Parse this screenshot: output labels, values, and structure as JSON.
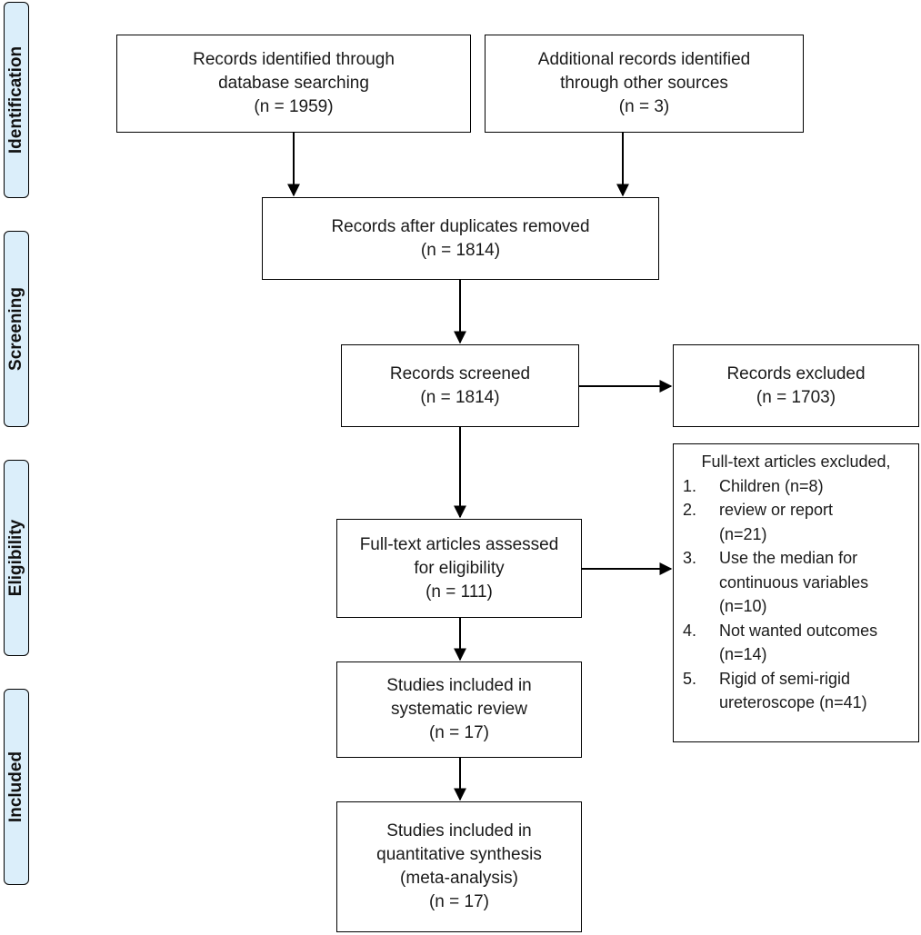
{
  "stages": {
    "identification": "Identification",
    "screening": "Screening",
    "eligibility": "Eligibility",
    "included": "Included"
  },
  "boxes": {
    "db_search": {
      "lines": [
        "Records identified through",
        "database searching",
        "(n = 1959)"
      ]
    },
    "other_sources": {
      "lines": [
        "Additional records identified",
        "through other sources",
        "(n = 3)"
      ]
    },
    "dedup": {
      "lines": [
        "Records after duplicates removed",
        "(n = 1814)"
      ]
    },
    "screened": {
      "lines": [
        "Records screened",
        "(n = 1814)"
      ]
    },
    "excluded": {
      "lines": [
        "Records excluded",
        "(n = 1703)"
      ]
    },
    "fulltext": {
      "lines": [
        "Full-text articles assessed",
        "for eligibility",
        "(n = 111)"
      ]
    },
    "systematic": {
      "lines": [
        "Studies included in",
        "systematic review",
        "(n = 17)"
      ]
    },
    "quantitative": {
      "lines": [
        "Studies included in",
        "quantitative synthesis",
        "(meta-analysis)",
        "(n = 17)"
      ]
    }
  },
  "fulltext_excluded": {
    "title": "Full-text articles excluded,",
    "items": [
      {
        "num": "1.",
        "lines": [
          "Children (n=8)"
        ]
      },
      {
        "num": "2.",
        "lines": [
          "review or report",
          "(n=21)"
        ]
      },
      {
        "num": "3.",
        "lines": [
          "Use the median for",
          "continuous variables",
          "(n=10)"
        ]
      },
      {
        "num": "4.",
        "lines": [
          "Not wanted outcomes",
          "(n=14)"
        ]
      },
      {
        "num": "5.",
        "lines": [
          "Rigid of semi-rigid",
          "ureteroscope (n=41)"
        ]
      }
    ]
  }
}
